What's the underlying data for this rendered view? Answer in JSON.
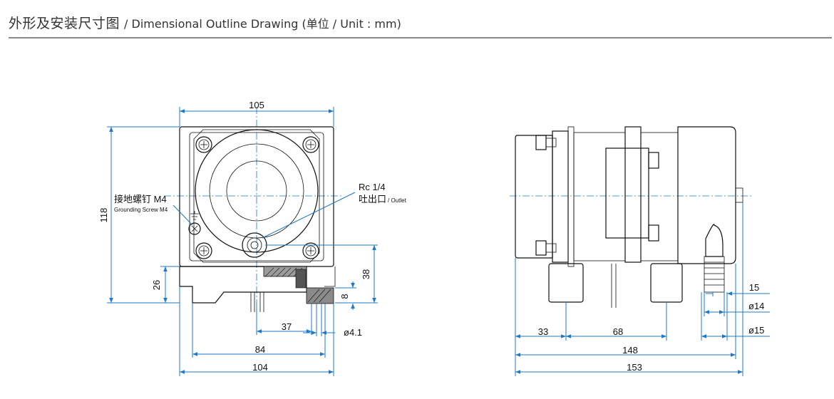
{
  "header": {
    "title_zh": "外形及安装尺寸图",
    "title_en": "/ Dimensional Outline Drawing (单位 / Unit : mm)"
  },
  "front_view": {
    "dim_width_top": "105",
    "dim_height": "118",
    "dim_base_height": "26",
    "dim_outlet_height": "38",
    "dim_flange": "8",
    "dim_outlet_offset": "37",
    "dim_hole": "ø4.1",
    "dim_mount_spacing": "84",
    "dim_base_width": "104",
    "ground_label_zh": "接地螺钉 M4",
    "ground_label_en": "Grounding Screw M4",
    "outlet_label_rc": "Rc 1/4",
    "outlet_label_zh": "吐出口",
    "outlet_label_en": "/ Outlet"
  },
  "side_view": {
    "dim_33": "33",
    "dim_68": "68",
    "dim_148": "148",
    "dim_153": "153",
    "dim_15": "15",
    "dim_d14": "ø14",
    "dim_d15": "ø15"
  }
}
